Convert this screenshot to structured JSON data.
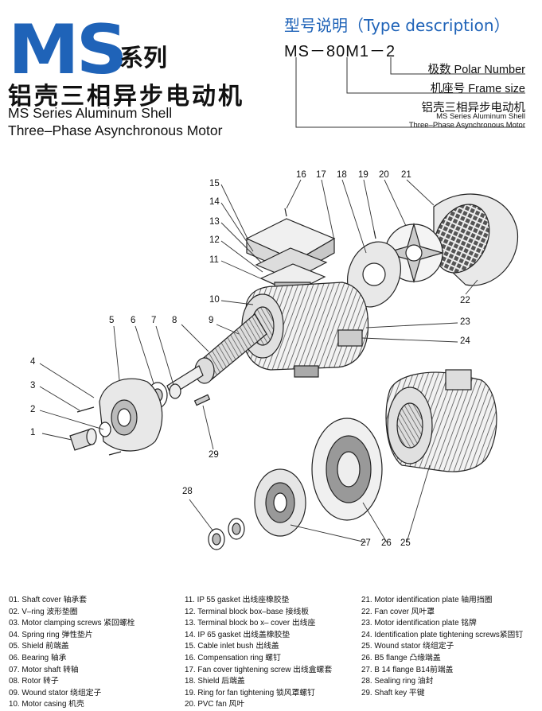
{
  "header": {
    "logo": "MS",
    "series": "系列",
    "cn_title": "铝壳三相异步电动机",
    "en_title_line1": "MS Series Aluminum Shell",
    "en_title_line2": "Three–Phase Asynchronous Motor"
  },
  "type_description": {
    "heading": "型号说明（Type description）",
    "model_code": "MS－80M1－2",
    "labels": [
      "极数 Polar Number",
      "机座号 Frame size",
      "铝壳三相异步电动机"
    ],
    "sub_line1": "MS Series Aluminum Shell",
    "sub_line2": "Three–Phase Asynchronous Motor"
  },
  "callouts": [
    "1",
    "2",
    "3",
    "4",
    "5",
    "6",
    "7",
    "8",
    "9",
    "10",
    "11",
    "12",
    "13",
    "14",
    "15",
    "16",
    "17",
    "18",
    "19",
    "20",
    "21",
    "22",
    "23",
    "24",
    "25",
    "26",
    "27",
    "28",
    "29"
  ],
  "legend": {
    "col1": [
      "01. Shaft cover 轴承套",
      "02. V–ring 波形垫圈",
      "03. Motor clamping screws 紧回螺栓",
      "04. Spring ring 弹性垫片",
      "05. Shield 前端盖",
      "06. Bearing 轴承",
      "07. Motor shaft 转轴",
      "08. Rotor 转子",
      "09. Wound stator 绕组定子",
      "10. Motor casing 机壳"
    ],
    "col2": [
      "11. IP 55 gasket 出线座橡胶垫",
      "12. Terminal block box–base 接线板",
      "13. Terminal block bo x– cover 出线座",
      "14. IP 65 gasket 出线盖橡胶垫",
      "15. Cable inlet bush 出线盖",
      "16. Compensation ring 螺钉",
      "17. Fan cover tightening screw 出线盒螺套",
      "18. Shield 后端盖",
      "19. Ring for fan tightening 锁风罩螺钉",
      "20. PVC fan 风叶"
    ],
    "col3": [
      "21. Motor identification plate 轴用挡圈",
      "22. Fan cover 风叶罩",
      "23. Motor identification plate 铭牌",
      "24. Identification plate tightening screws紧固钉",
      "25. Wound stator 绕组定子",
      "26. B5 flange 凸缘端盖",
      "27. B 14 flange B14前端盖",
      "28. Sealing ring 油封",
      "29. Shaft key 平键"
    ]
  }
}
